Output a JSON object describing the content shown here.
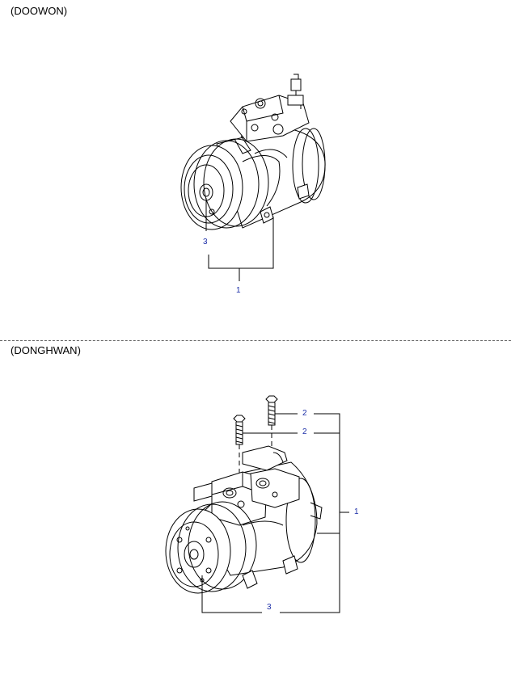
{
  "sections": [
    {
      "title": "(DOOWON)",
      "callouts": [
        "3",
        "1"
      ]
    },
    {
      "title": "(DONGHWAN)",
      "callouts": [
        "2",
        "2",
        "1",
        "3"
      ]
    }
  ],
  "colors": {
    "line": "#000000",
    "callout": "#1d2fa8",
    "divider": "#666666"
  }
}
